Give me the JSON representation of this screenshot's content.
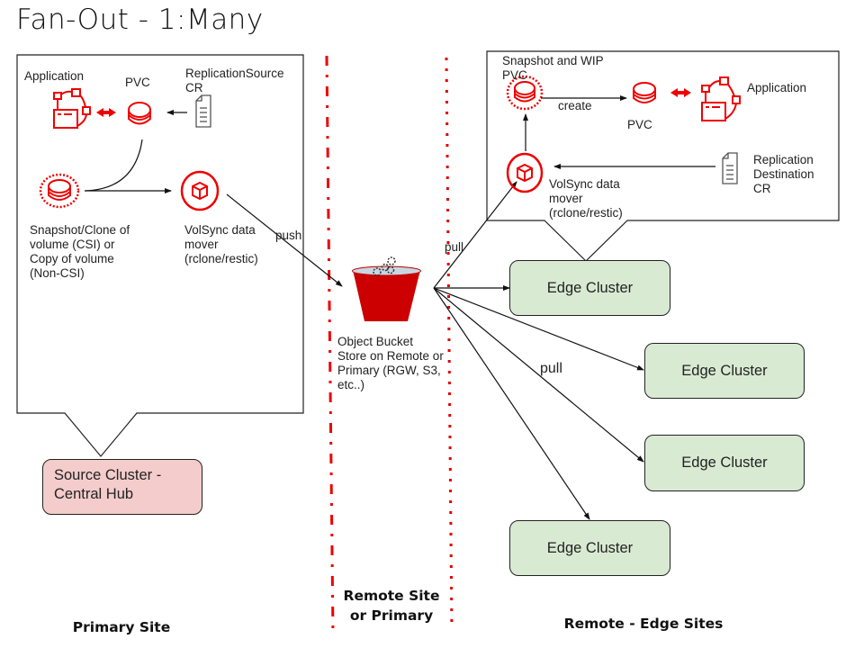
{
  "title": "Fan-Out - 1:Many",
  "colors": {
    "accent_red": "#ee0000",
    "bucket_red": "#cc0000",
    "edge_fill": "#d9ead3",
    "source_fill": "#f4cccc"
  },
  "primary": {
    "application_label": "Application",
    "pvc_label": "PVC",
    "replication_source_label": "ReplicationSource CR",
    "snapshot_label": "Snapshot/Clone of volume (CSI) or Copy of volume (Non-CSI)",
    "mover_label": "VolSync data mover (rclone/restic)",
    "push_label": "push",
    "source_cluster_label": "Source Cluster - Central Hub"
  },
  "bucket": {
    "label": "Object Bucket Store on Remote or Primary (RGW, S3, etc..)",
    "pull_label_top": "pull",
    "pull_label_mid": "pull"
  },
  "destination": {
    "snapshot_label": "Snapshot and WIP PVC",
    "create_label": "create",
    "pvc_label": "PVC",
    "application_label": "Application",
    "replication_destination_label": "Replication Destination CR",
    "mover_label": "VolSync data mover (rclone/restic)"
  },
  "edge_clusters": [
    {
      "label": "Edge Cluster"
    },
    {
      "label": "Edge Cluster"
    },
    {
      "label": "Edge Cluster"
    },
    {
      "label": "Edge Cluster"
    }
  ],
  "sites": {
    "primary": "Primary Site",
    "remote": "Remote Site or Primary",
    "edge": "Remote - Edge Sites"
  },
  "icons": [
    "application-topology-icon",
    "pvc-disk-icon",
    "document-icon",
    "snapshot-disk-icon",
    "volsync-cube-icon",
    "bucket-icon",
    "gears-icon"
  ]
}
